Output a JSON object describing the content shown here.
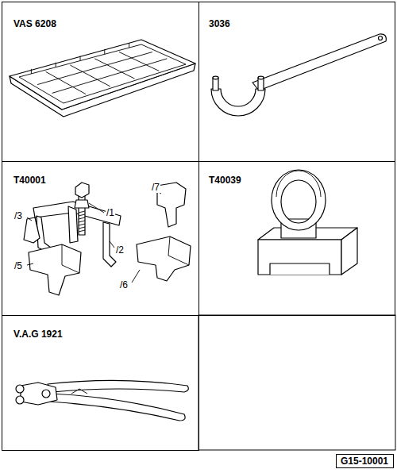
{
  "diagram": {
    "nodes": [
      {
        "text": [
          "VAS 6208"
        ]
      },
      {
        "text": [
          "3036"
        ]
      },
      {
        "text": [
          "T40001"
        ]
      },
      {
        "text": [
          "T40039"
        ]
      },
      {
        "text": [
          "V.A.G 1921"
        ]
      },
      {
        "text": [
          "G15-10001"
        ]
      }
    ],
    "labels": [
      "/7",
      "/1",
      "/3",
      "/2",
      "/5",
      "/6"
    ]
  }
}
